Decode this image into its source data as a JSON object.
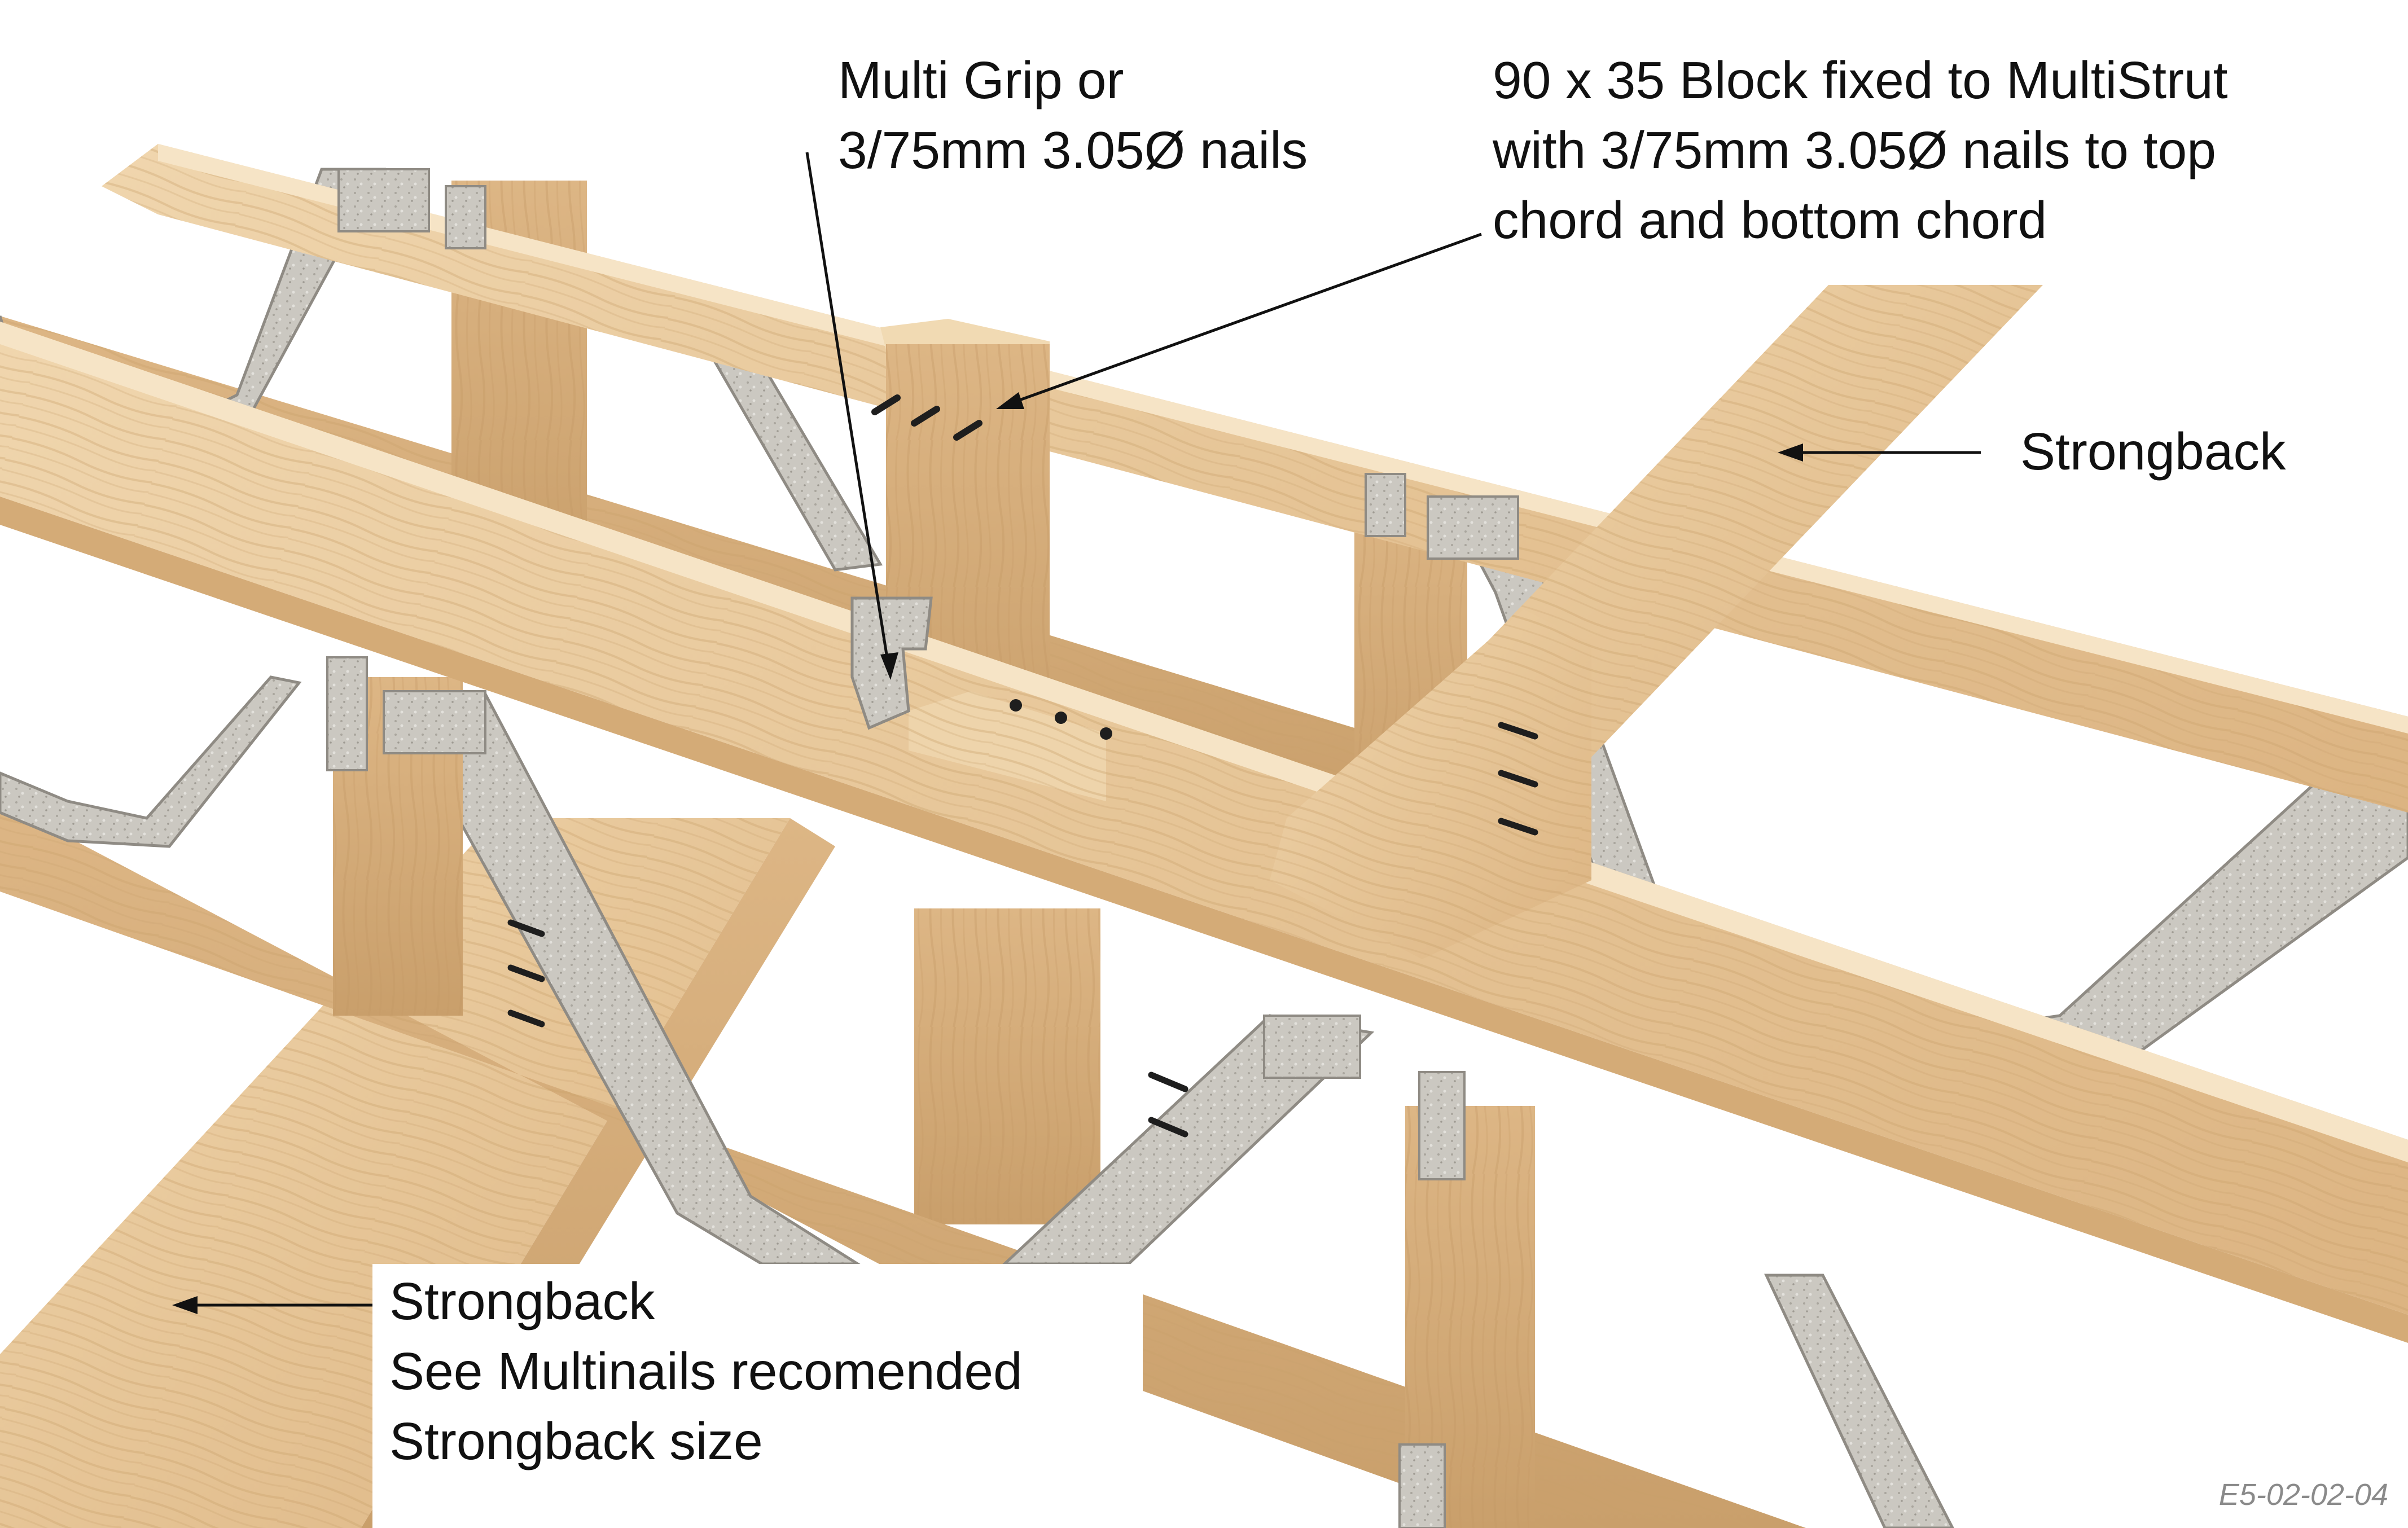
{
  "callouts": {
    "multigrip": [
      "Multi Grip or",
      "3/75mm 3.05Ø nails"
    ],
    "block": [
      "90 x 35 Block fixed to MultiStrut",
      "with 3/75mm 3.05Ø nails to top",
      "chord and bottom chord"
    ],
    "strongback_right": [
      "Strongback"
    ],
    "strongback_bottom": [
      "Strongback",
      "See Multinails recomended",
      "Strongback size"
    ]
  },
  "drawing_ref": "E5-02-02-04",
  "colors": {
    "timber": "#e7c79c",
    "timber_dark": "#cfa774",
    "timber_light": "#f2dcb8",
    "steel_web": "#c9c6c0",
    "steel_dark": "#9c9992",
    "nail": "#1e1e1e",
    "leader_line": "#111111"
  }
}
